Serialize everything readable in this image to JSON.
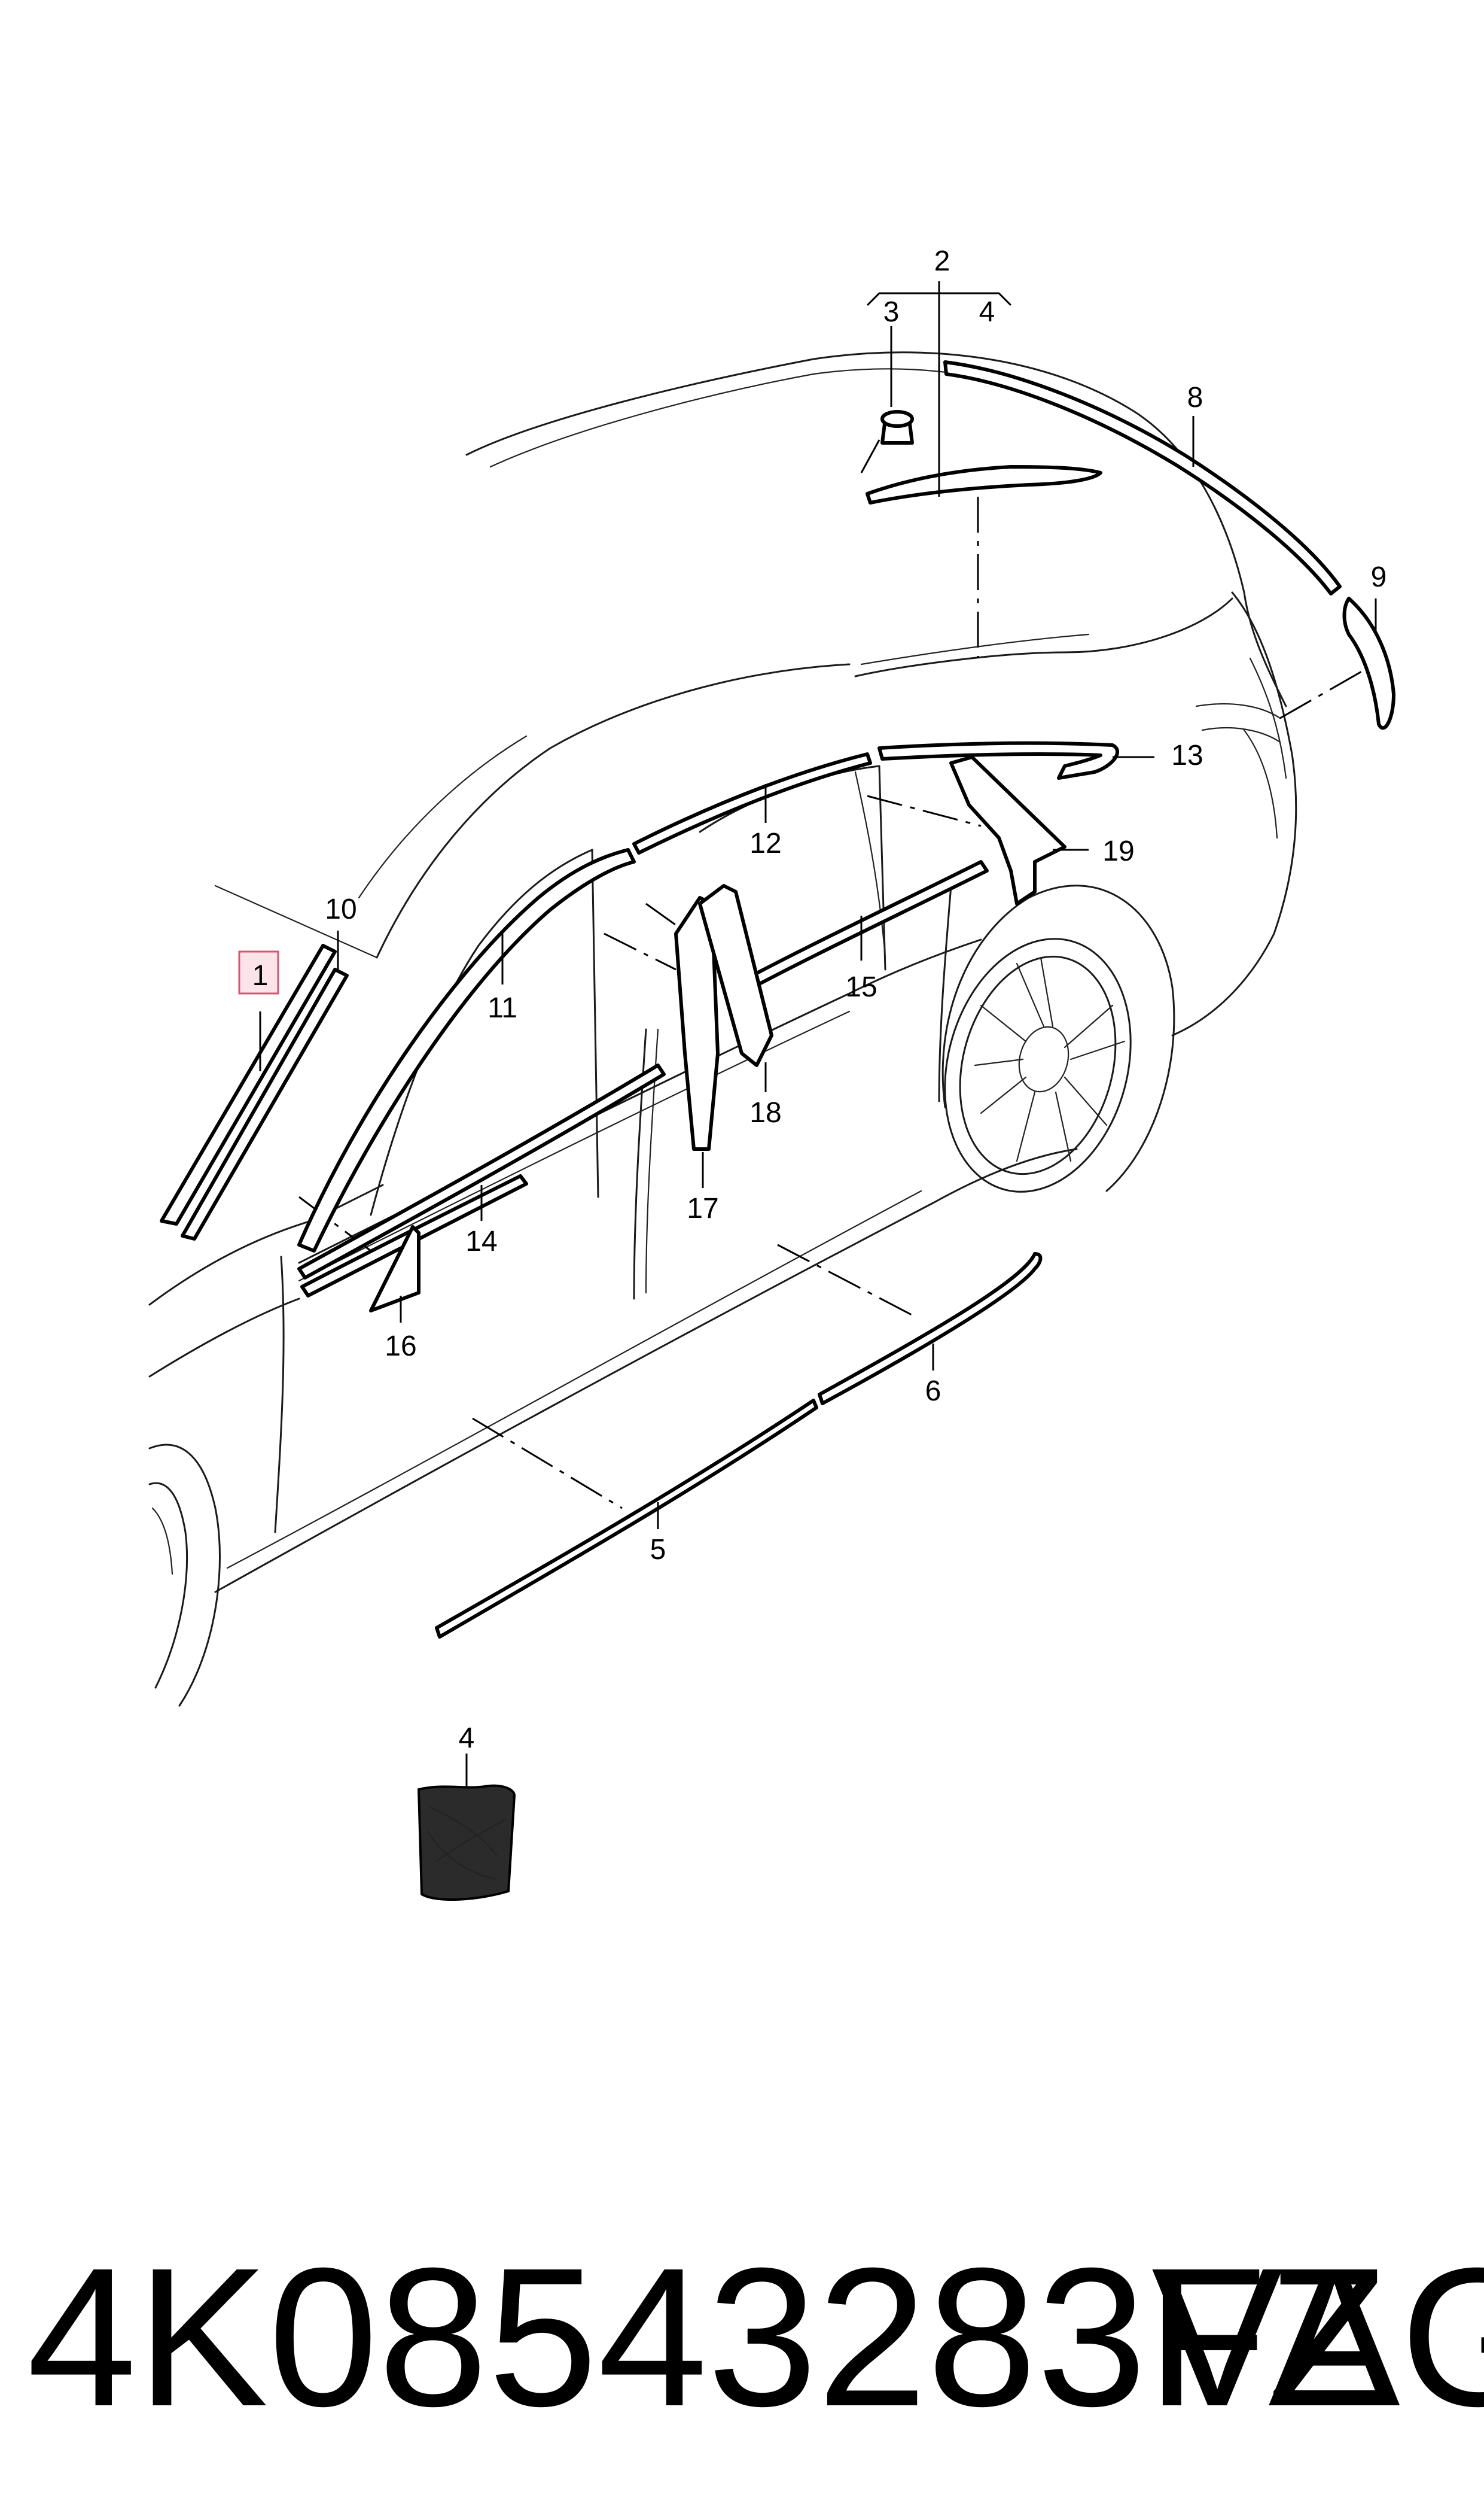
{
  "callouts": {
    "c1": "1",
    "c2": "2",
    "c3": "3",
    "c4a": "4",
    "c4b": "4",
    "c5": "5",
    "c6": "6",
    "c8": "8",
    "c9": "9",
    "c10": "10",
    "c11": "11",
    "c12": "12",
    "c13": "13",
    "c14": "14",
    "c15": "15",
    "c16": "16",
    "c17": "17",
    "c18": "18",
    "c19": "19"
  },
  "highlighted_callout": "1",
  "colors": {
    "highlight_fill": "#fde4ea",
    "highlight_stroke": "#d9536d",
    "line": "#000000"
  },
  "footer": {
    "part_number": "4K08543283FZ",
    "brand": "VAG"
  }
}
